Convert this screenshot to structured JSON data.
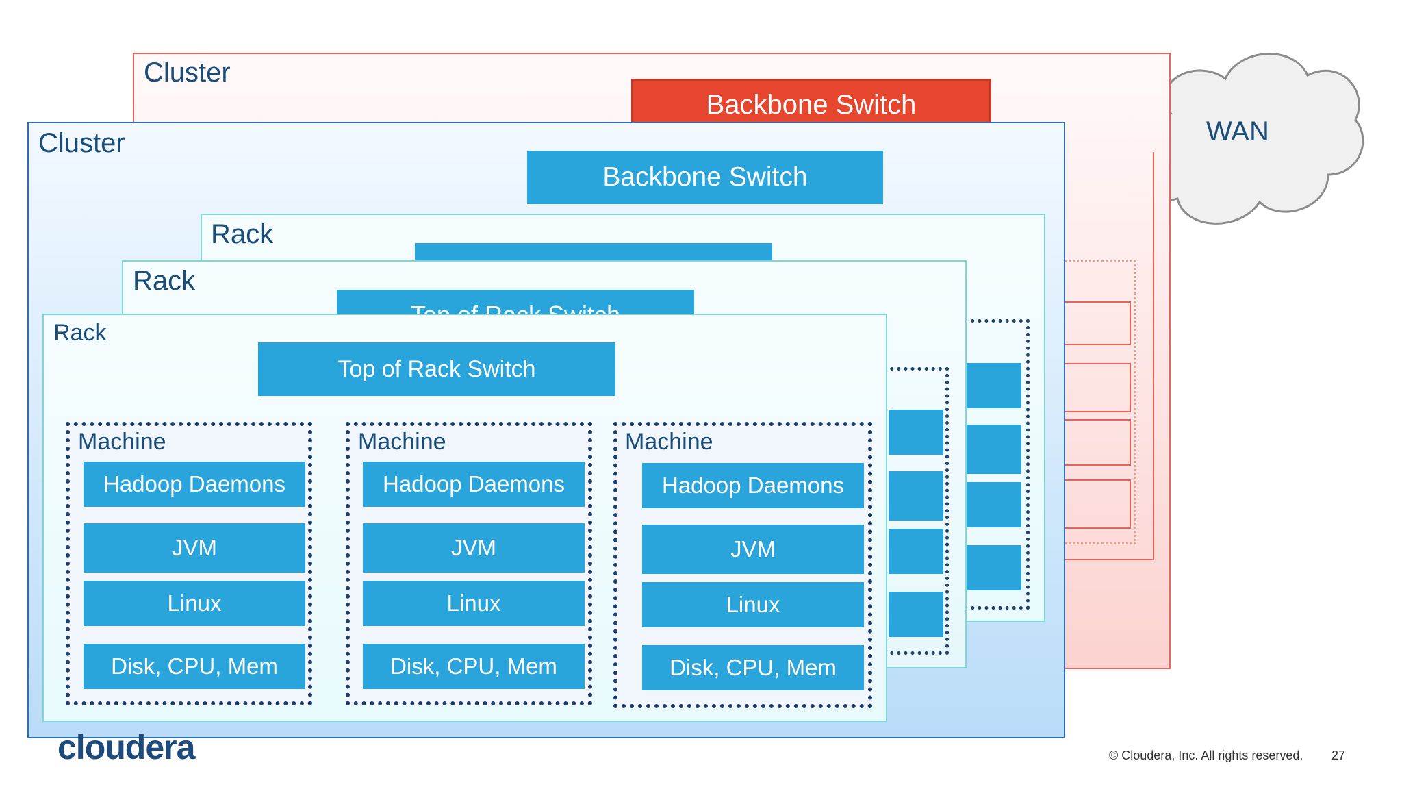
{
  "clusters": [
    {
      "label": "Cluster",
      "switch": "Backbone Switch"
    },
    {
      "label": "Cluster",
      "switch": "Backbone Switch"
    }
  ],
  "wan": {
    "label": "WAN"
  },
  "racks": [
    {
      "label": "Rack"
    },
    {
      "label": "Rack",
      "switch": "Top of Rack Switch"
    },
    {
      "label": "Rack",
      "switch": "Top of Rack Switch"
    }
  ],
  "machines": [
    {
      "label": "Machine",
      "layers": [
        "Hadoop Daemons",
        "JVM",
        "Linux",
        "Disk, CPU, Mem"
      ]
    },
    {
      "label": "Machine",
      "layers": [
        "Hadoop Daemons",
        "JVM",
        "Linux",
        "Disk, CPU, Mem"
      ]
    },
    {
      "label": "Machine",
      "layers": [
        "Hadoop Daemons",
        "JVM",
        "Linux",
        "Disk, CPU, Mem"
      ]
    }
  ],
  "footer": {
    "logo": "cloudera",
    "copyright": "© Cloudera, Inc. All rights reserved.",
    "page_number": "27"
  },
  "colors": {
    "switch_blue": "#2aa5db",
    "backbone_red": "#e6462e",
    "label_text": "#1a4d7a",
    "machine_border": "#1f3d68"
  }
}
